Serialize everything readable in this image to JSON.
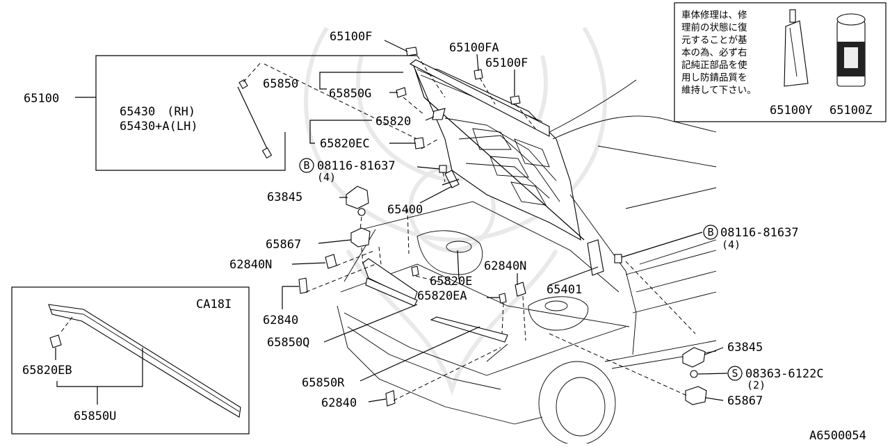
{
  "diagram": {
    "code": "A6500054",
    "inset_label": "CA18I",
    "note_lines": [
      "車体修理は、修",
      "理前の状態に復",
      "元することが基",
      "本の為、必ず右",
      "記純正部品を使",
      "用し防錆品質を",
      "維持して下さい。"
    ],
    "note_parts": [
      "65100Y",
      "65100Z"
    ],
    "labels": {
      "p65100": "65100",
      "p65100F_top": "65100F",
      "p65100FA": "65100FA",
      "p65100F_right": "65100F",
      "p65850": "65850",
      "p65850G": "65850G",
      "p65430rh": "65430　(RH)",
      "p65430lh": "65430+A(LH)",
      "p65820": "65820",
      "p65820EC": "65820EC",
      "bolt_left": "08116-81637",
      "bolt_left_qty": "(4)",
      "p63845_left": "63845",
      "p65400": "65400",
      "p65867_left": "65867",
      "p62840N_left": "62840N",
      "p62840_left": "62840",
      "p65850Q": "65850Q",
      "p65820E": "65820E",
      "p65820EA": "65820EA",
      "p62840N_right": "62840N",
      "p65401": "65401",
      "bolt_right": "08116-81637",
      "bolt_right_qty": "(4)",
      "p63845_right": "63845",
      "screw_right": "08363-6122C",
      "screw_right_qty": "(2)",
      "p65867_right": "65867",
      "p65850R": "65850R",
      "p62840_bottom": "62840",
      "p65820EB": "65820EB",
      "p65850U": "65850U"
    },
    "prefix_marks": {
      "bolt": "B",
      "screw": "S"
    }
  }
}
